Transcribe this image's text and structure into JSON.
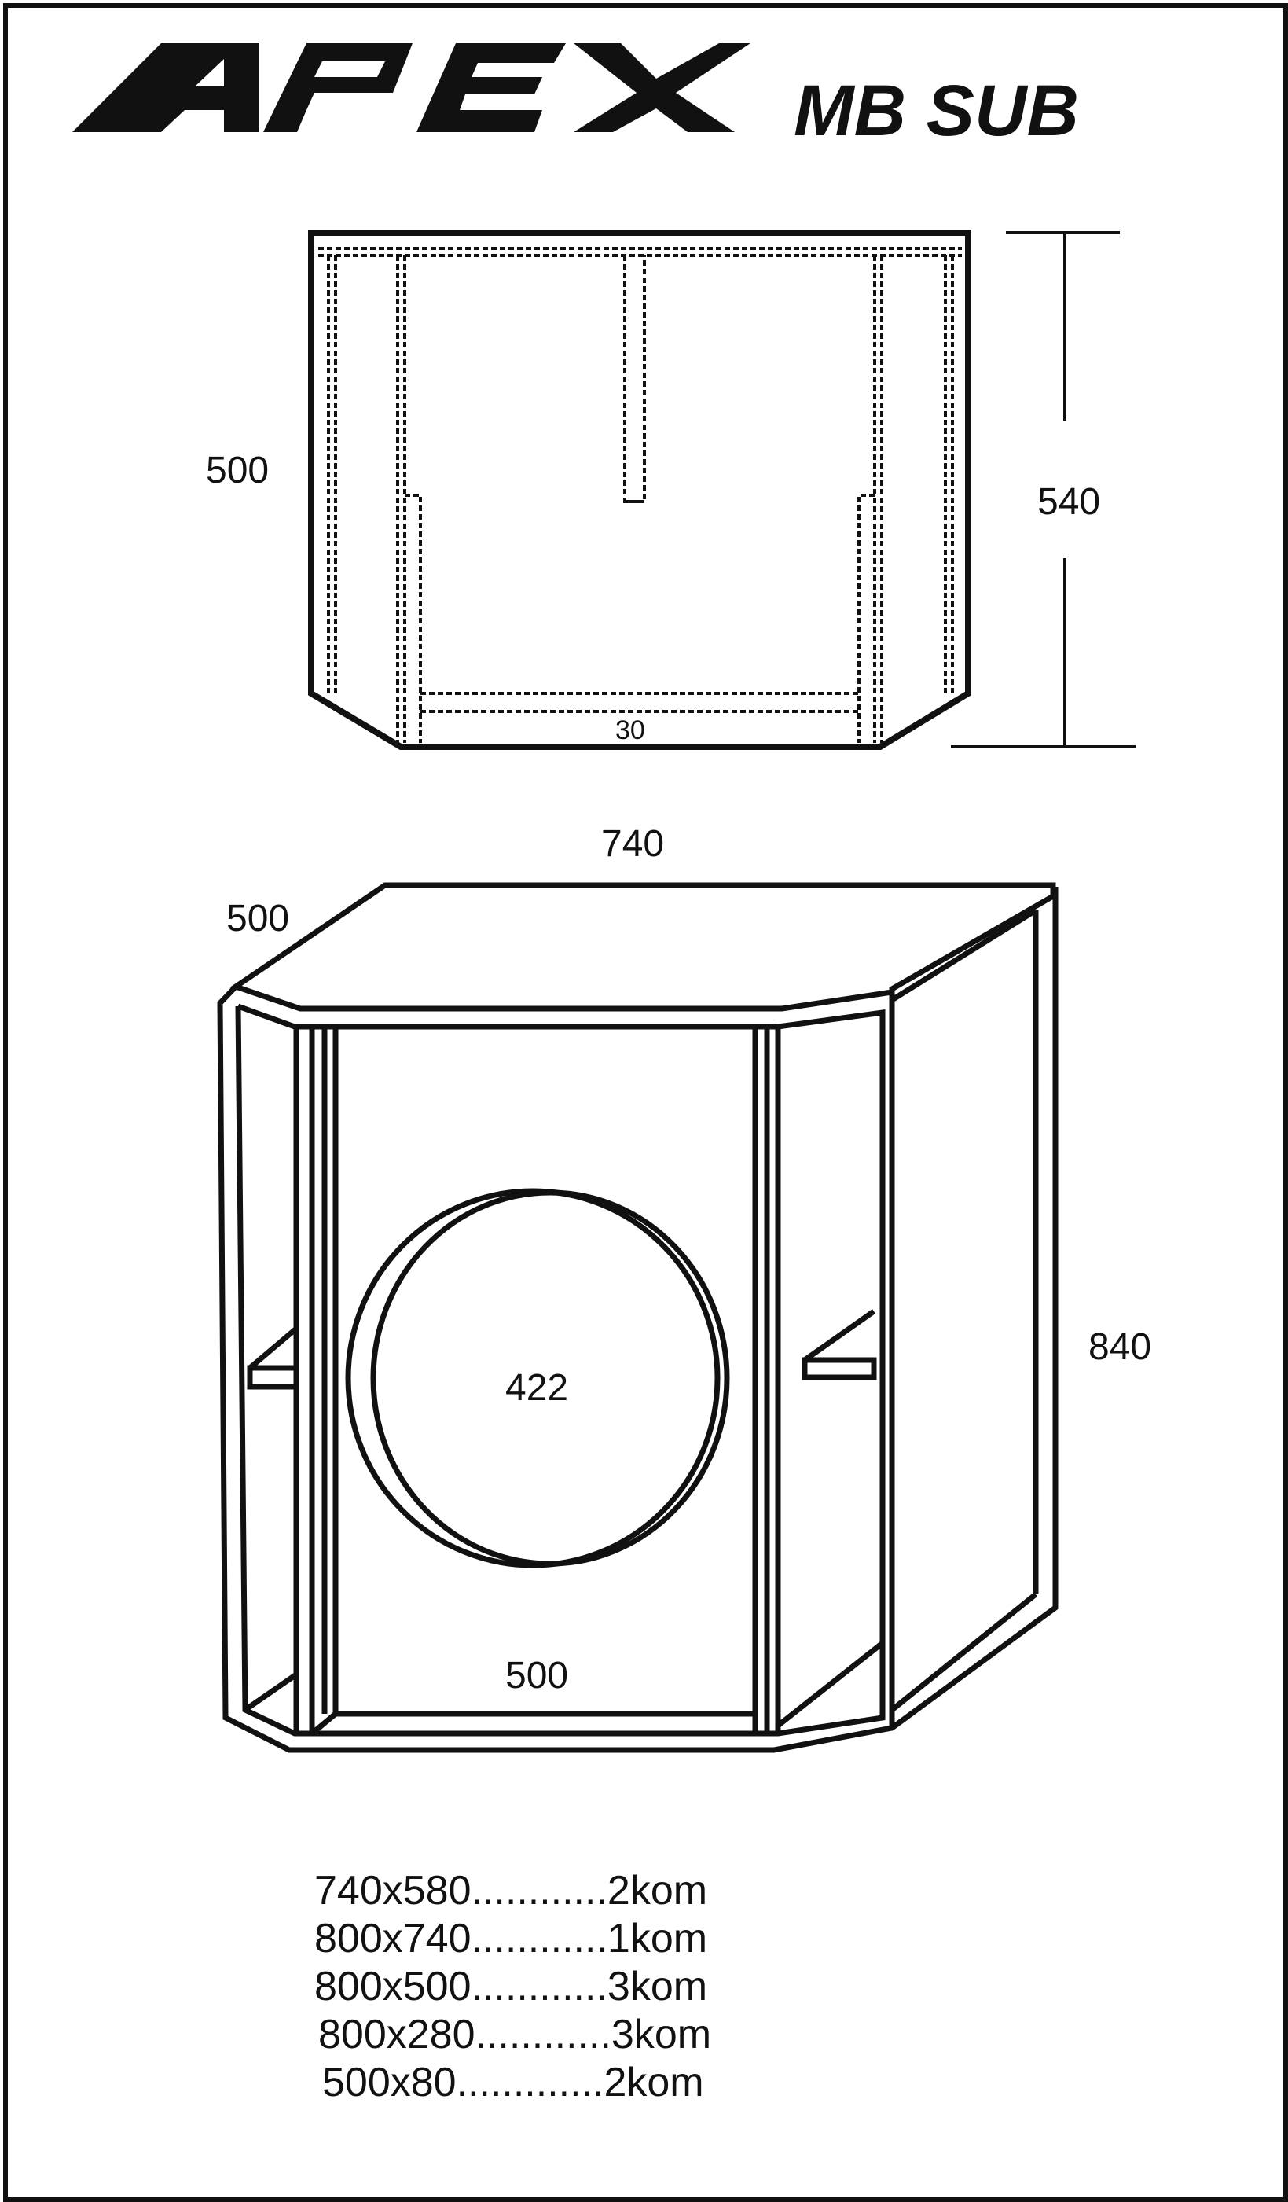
{
  "header": {
    "brand": "APEX",
    "model": "MB SUB"
  },
  "top_view": {
    "side_height": "500",
    "total_height": "540",
    "panel_thickness": "30"
  },
  "front_view": {
    "width": "740",
    "depth": "500",
    "height": "840",
    "port_diameter": "422",
    "inner_width": "500"
  },
  "parts_list": [
    {
      "size": "740x580",
      "dots": "............",
      "qty": "2kom"
    },
    {
      "size": "800x740",
      "dots": "............",
      "qty": "1kom"
    },
    {
      "size": "800x500",
      "dots": "............",
      "qty": "3kom"
    },
    {
      "size": "800x280",
      "dots": "............",
      "qty": "3kom"
    },
    {
      "size": "500x80",
      "dots": ".............",
      "qty": "2kom"
    }
  ],
  "colors": {
    "ink": "#111111",
    "paper": "#ffffff"
  }
}
